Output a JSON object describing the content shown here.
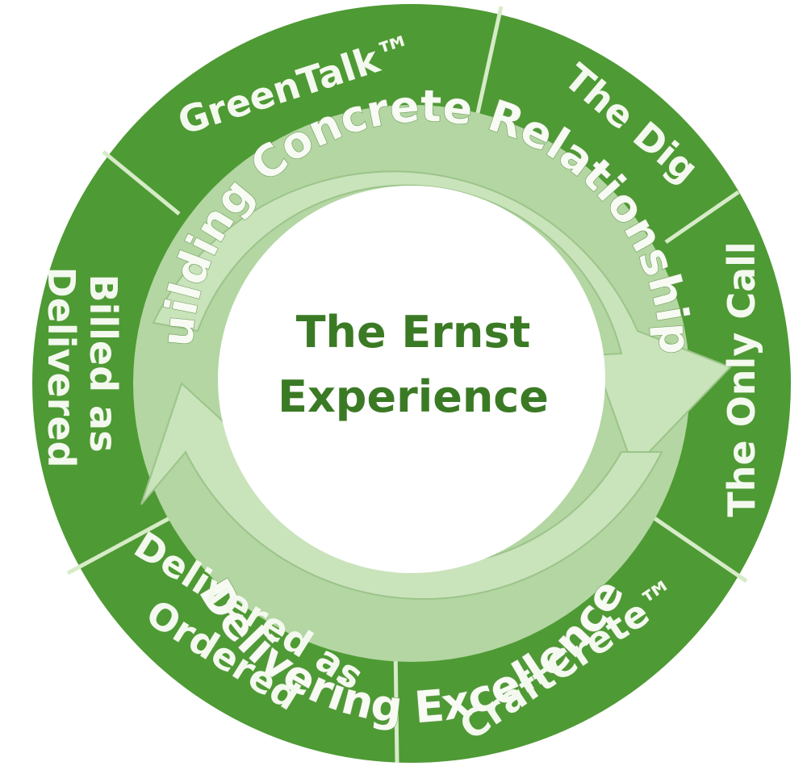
{
  "diagram": {
    "center_title_lines": [
      "The Ernst",
      "Experience"
    ],
    "inner_arc_labels": {
      "top": "Building Concrete Relationships",
      "bottom": "Delivering Excellence"
    },
    "segments": {
      "greentalk": "GreenTalk™",
      "the_dig": "The Dig",
      "the_only_call": "The Only Call",
      "craftcrete": "CraftCrete™",
      "delivered_as_ordered_line1": "Delivered as",
      "delivered_as_ordered_line2": "Ordered",
      "billed_as_delivered_line1": "Billed as",
      "billed_as_delivered_line2": "Delivered"
    },
    "colors": {
      "outer_ring": "#4e9a34",
      "divider": "#d6ebc7",
      "inner_ring": "#b3d6a2",
      "arrow": "#cfe6c2",
      "center_fill": "#ffffff",
      "center_text": "#3b7a25"
    }
  }
}
